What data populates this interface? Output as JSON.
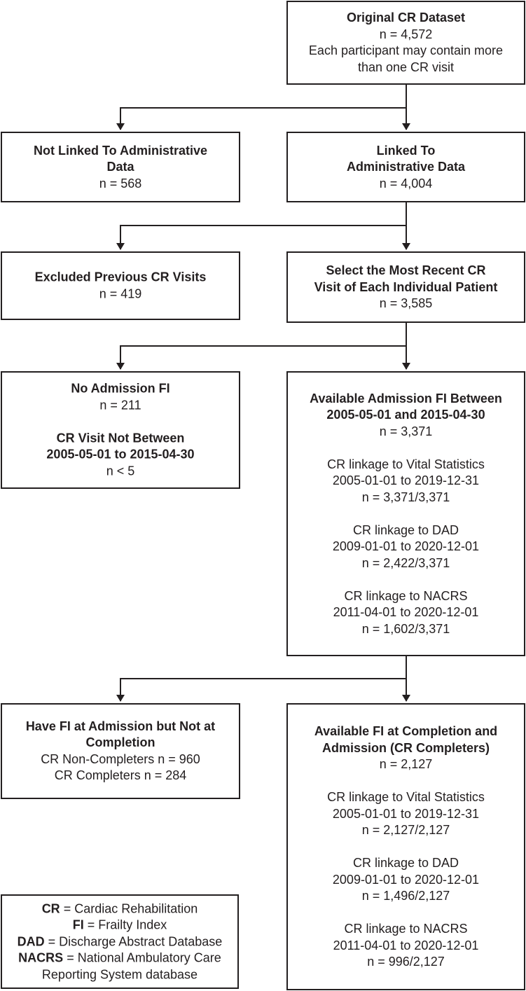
{
  "boxes": {
    "original": {
      "title": "Original CR Dataset",
      "n": "n = 4,572",
      "note_1": "Each participant may contain more",
      "note_2": "than one CR visit"
    },
    "not_linked": {
      "title_1": "Not Linked To Administrative",
      "title_2": "Data",
      "n": "n = 568"
    },
    "linked": {
      "title_1": "Linked To",
      "title_2": "Administrative Data",
      "n": "n = 4,004"
    },
    "excluded_previous": {
      "title": "Excluded Previous CR Visits",
      "n": "n = 419"
    },
    "most_recent": {
      "title_1": "Select the Most Recent CR",
      "title_2": "Visit of Each Individual Patient",
      "n": "n = 3,585"
    },
    "no_admission_fi": {
      "title": "No Admission FI",
      "n": "n = 211",
      "title_2_1": "CR Visit Not Between",
      "title_2_2": "2005-05-01 to 2015-04-30",
      "n_2": "n < 5"
    },
    "available_admission_fi": {
      "title_1": "Available Admission FI Between",
      "title_2": "2005-05-01 and 2015-04-30",
      "n": "n = 3,371",
      "linkages": [
        {
          "label": "CR linkage to Vital Statistics",
          "range": "2005-01-01 to 2019-12-31",
          "n": "n = 3,371/3,371"
        },
        {
          "label": "CR linkage to DAD",
          "range": "2009-01-01 to 2020-12-01",
          "n": "n = 2,422/3,371"
        },
        {
          "label": "CR linkage to NACRS",
          "range": "2011-04-01 to 2020-12-01",
          "n": "n = 1,602/3,371"
        }
      ]
    },
    "fi_admission_not_completion": {
      "title_1": "Have FI at Admission but Not at",
      "title_2": "Completion",
      "line_1": "CR Non-Completers n = 960",
      "line_2": "CR Completers n = 284"
    },
    "fi_completion_admission": {
      "title_1": "Available FI at Completion and",
      "title_2": "Admission (CR Completers)",
      "n": "n = 2,127",
      "linkages": [
        {
          "label": "CR linkage to Vital Statistics",
          "range": "2005-01-01 to 2019-12-31",
          "n": "n = 2,127/2,127"
        },
        {
          "label": "CR linkage to DAD",
          "range": "2009-01-01 to 2020-12-01",
          "n": "n = 1,496/2,127"
        },
        {
          "label": "CR linkage to NACRS",
          "range": "2011-04-01 to 2020-12-01",
          "n": "n = 996/2,127"
        }
      ]
    }
  },
  "legend": [
    {
      "abbr": "CR",
      "definition": " = Cardiac Rehabilitation"
    },
    {
      "abbr": "FI",
      "definition": " = Frailty Index"
    },
    {
      "abbr": "DAD",
      "definition": " = Discharge Abstract Database"
    },
    {
      "abbr": "NACRS",
      "definition": " = National Ambulatory Care"
    },
    {
      "abbr": "",
      "definition": "Reporting System database"
    }
  ],
  "colors": {
    "line": "#231f20",
    "text": "#231f20",
    "background": "#ffffff"
  }
}
